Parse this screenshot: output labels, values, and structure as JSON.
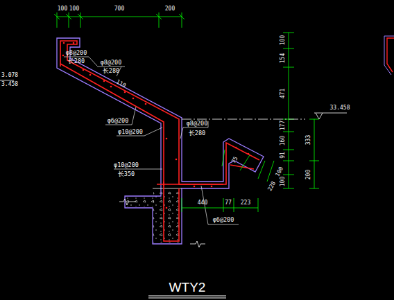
{
  "diagram": {
    "title": "WTY2",
    "labels": [
      "100",
      "100",
      "700",
      "200",
      "3.078",
      "3.458",
      "φ8@200",
      "长280",
      "φ8@200",
      "长280",
      "110",
      "φ6@200",
      "φ10@200",
      "φ8@200",
      "长280",
      "φ10@200",
      "长350",
      "φ6@200",
      "75",
      "100",
      "228",
      "33.458",
      "100",
      "154",
      "471",
      "177",
      "160",
      "91",
      "100",
      "333",
      "200",
      "440",
      "77",
      "223"
    ]
  }
}
